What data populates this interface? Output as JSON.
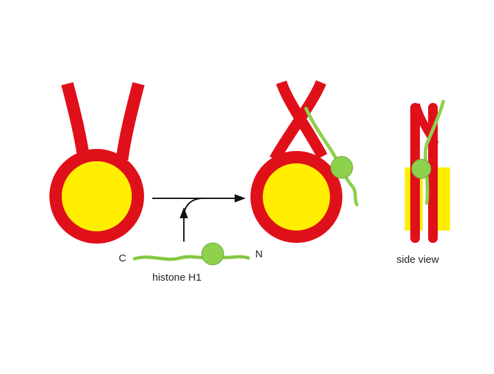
{
  "labels": {
    "c_terminus": "C",
    "n_terminus": "N",
    "histone_name": "histone H1",
    "side_view": "side view"
  },
  "colors": {
    "dna": "#e0101a",
    "core": "#ffee00",
    "histone": "#8ed14c",
    "arrow": "#111111",
    "background": "#ffffff"
  }
}
